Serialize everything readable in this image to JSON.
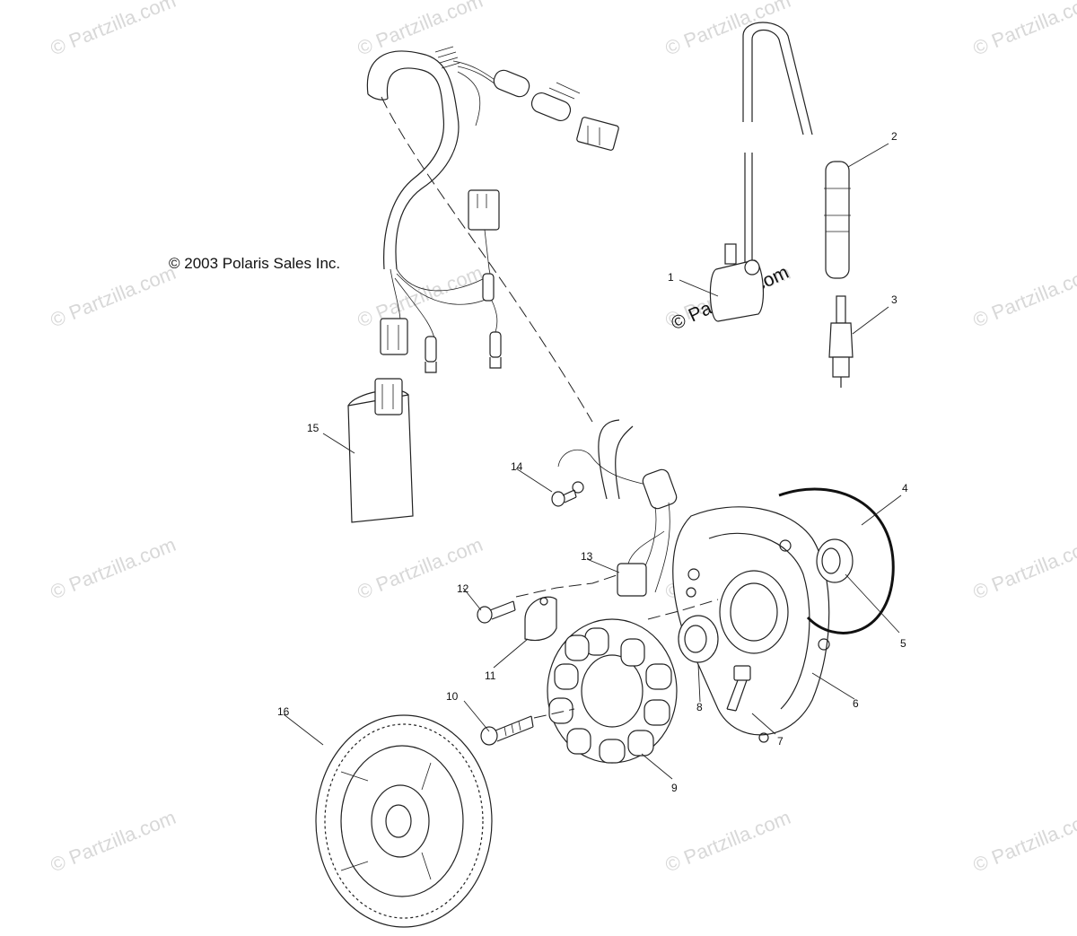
{
  "watermark_text": "© Partzilla.com",
  "copyright": "© 2003 Polaris Sales Inc.",
  "stamp": "© Partzilla.com",
  "callouts": [
    "1",
    "2",
    "3",
    "4",
    "5",
    "6",
    "7",
    "8",
    "9",
    "10",
    "11",
    "12",
    "13",
    "14",
    "15",
    "16"
  ],
  "colors": {
    "line": "#222222",
    "watermark": "#d8d8d8",
    "background": "#ffffff"
  }
}
